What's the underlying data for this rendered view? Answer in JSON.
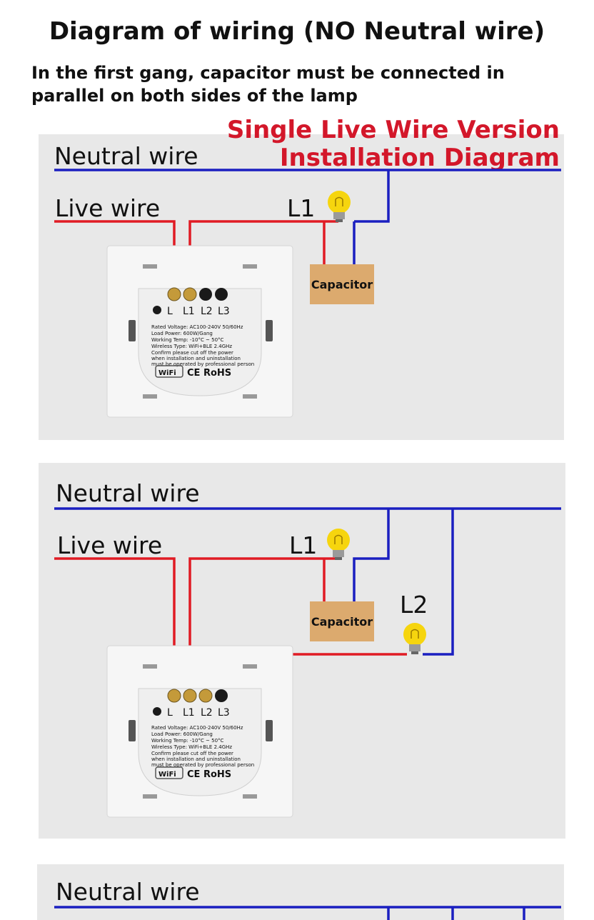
{
  "header": {
    "title": "Diagram of wiring (NO Neutral wire)",
    "subtitle": "In the first gang, capacitor must be connected in parallel on both sides of the lamp"
  },
  "colors": {
    "neutral": "#1a1fc0",
    "live": "#e01b24",
    "capacitor": "#dcaa6e",
    "bulb": "#f6d50e",
    "accent_title": "#d3172a",
    "panel": "#e8e8e8"
  },
  "version_title": {
    "line1": "Single Live Wire Version",
    "line2": "Installation Diagram"
  },
  "labels": {
    "neutral": "Neutral wire",
    "live": "Live wire",
    "l1": "L1",
    "l2": "L2",
    "capacitor": "Capacitor"
  },
  "terminals": [
    "L",
    "L1",
    "L2",
    "L3"
  ],
  "switch_back": {
    "line1": "Rated Voltage: AC100-240V 50/60Hz",
    "line2": "Load Power: 600W/Gang",
    "line3": "Working Temp: -10°C ~ 50°C",
    "line4": "Wireless Type: WiFi+BLE  2.4GHz",
    "line5": "Confirm please cut off the power",
    "line6": "when installation and uninstallation",
    "line7": "must be operated by professional person",
    "cert": "CE RoHS",
    "wifi": "WiFi"
  }
}
